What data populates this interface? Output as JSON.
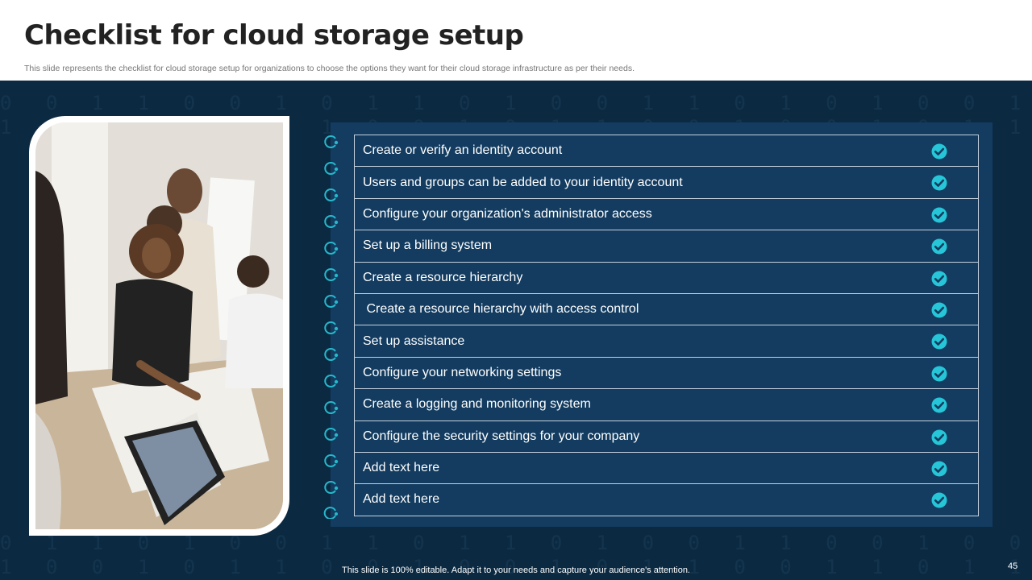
{
  "header": {
    "title": "Checklist for cloud storage setup",
    "subtitle": "This slide represents the checklist for cloud storage setup for organizations to choose the options they want for their cloud storage infrastructure as per their needs."
  },
  "checklist": {
    "items": [
      {
        "label": "Create or verify an identity account",
        "checked": true
      },
      {
        "label": "Users and groups can be added to your identity account",
        "checked": true
      },
      {
        "label": "Configure your organization's administrator access",
        "checked": true
      },
      {
        "label": "Set up a billing system",
        "checked": true
      },
      {
        "label": "Create a resource hierarchy",
        "checked": true
      },
      {
        "label": " Create a resource hierarchy with access control",
        "checked": true
      },
      {
        "label": "Set up assistance",
        "checked": true
      },
      {
        "label": "Configure your networking settings",
        "checked": true
      },
      {
        "label": "Create a logging and monitoring system",
        "checked": true
      },
      {
        "label": "Configure the security settings for your company",
        "checked": true
      },
      {
        "label": "Add text here",
        "checked": true
      },
      {
        "label": "Add text here",
        "checked": true
      }
    ]
  },
  "footer": {
    "note": "This slide is 100% editable. Adapt it to your needs and capture your audience's attention.",
    "page_number": "45"
  },
  "colors": {
    "background": "#0b2a42",
    "panel": "#133c60",
    "check": "#26c6d8",
    "title": "#222222"
  }
}
